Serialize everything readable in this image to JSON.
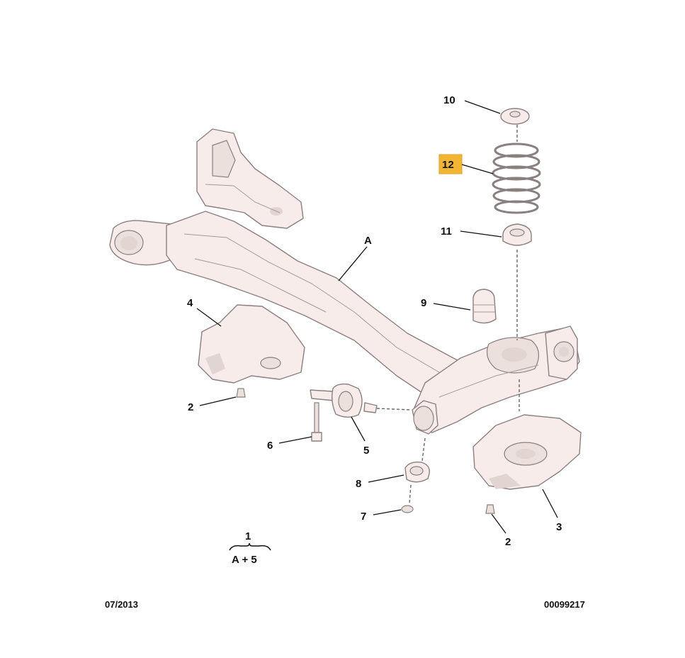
{
  "callouts": {
    "c10": "10",
    "c12": "12",
    "c11": "11",
    "cA": "A",
    "c9": "9",
    "c4": "4",
    "c2_left": "2",
    "c6": "6",
    "c5": "5",
    "c8": "8",
    "c7": "7",
    "c3": "3",
    "c2_right": "2"
  },
  "highlight": {
    "part": "12",
    "color": "#f2b632"
  },
  "group": {
    "number": "1",
    "composition": "A + 5"
  },
  "footer": {
    "date": "07/2013",
    "reference": "00099217"
  }
}
